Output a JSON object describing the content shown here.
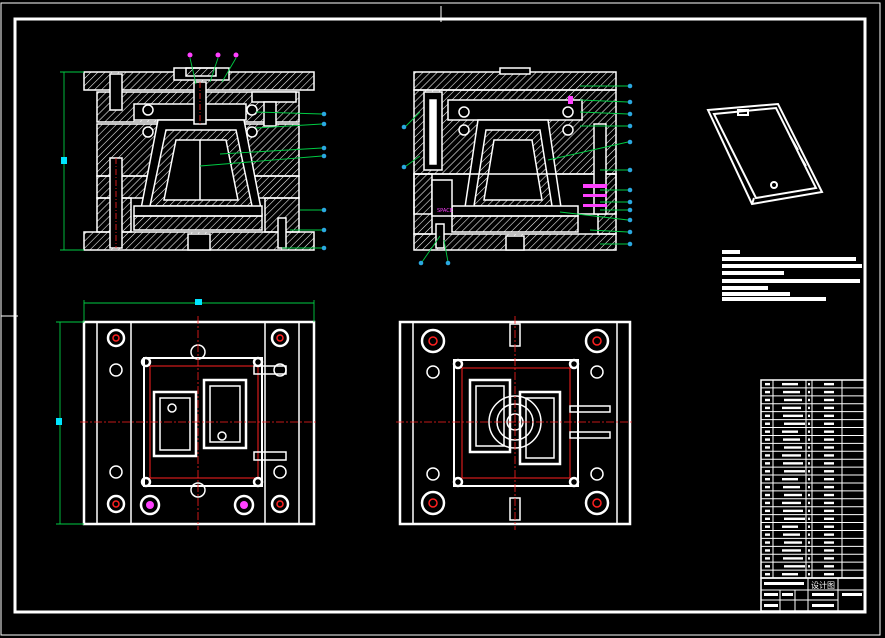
{
  "drawing": {
    "type": "mold assembly drawing (CAD)",
    "colors": {
      "background": "#000000",
      "lines": "#ffffff",
      "hatch": "#ffffff",
      "center_lines": "#ff2020",
      "dimensions": "#00cc44",
      "leaders": "#00cc44",
      "balloons": "#2aa8e0",
      "markers": "#ff40ff",
      "dim_marker": "#00e5ff"
    },
    "views": [
      "front-section",
      "side-section",
      "fixed-half-plan",
      "moving-half-plan",
      "isometric-product"
    ],
    "side_section_label": "SPACE",
    "title_block_text": "设计图"
  }
}
